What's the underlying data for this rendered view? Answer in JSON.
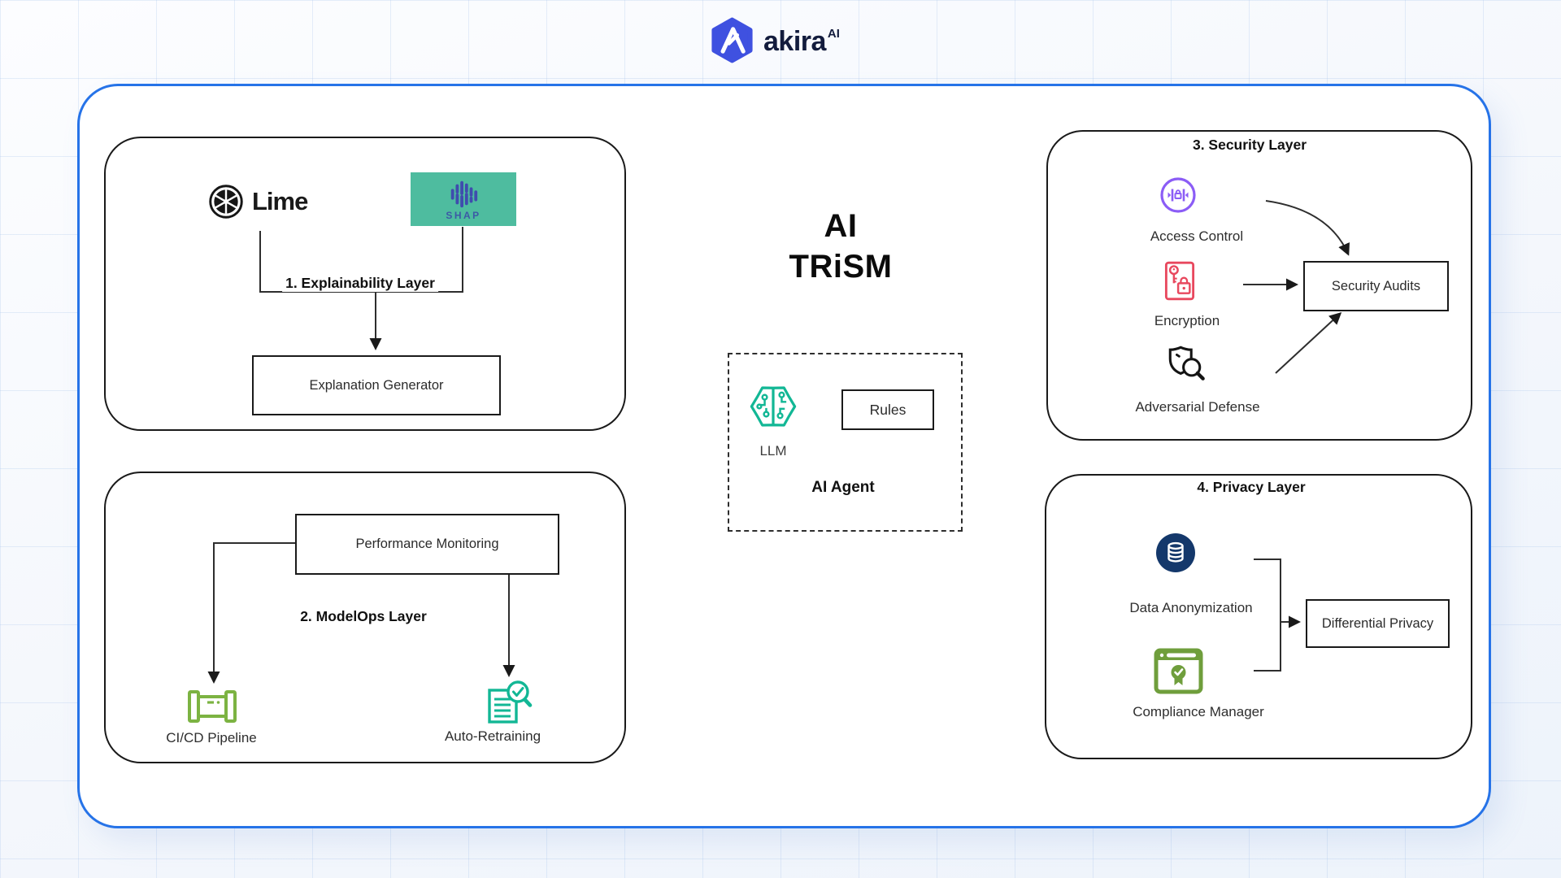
{
  "brand": {
    "name": "akira",
    "sup": "AI"
  },
  "title": {
    "line1": "AI",
    "line2": "TRiSM"
  },
  "agent": {
    "box_label": "AI Agent",
    "llm": "LLM",
    "rules": "Rules"
  },
  "layers": {
    "explainability": {
      "label": "1. Explainability Layer",
      "lime": "Lime",
      "shap": "SHAP",
      "generator": "Explanation Generator"
    },
    "modelops": {
      "label": "2. ModelOps Layer",
      "monitoring": "Performance Monitoring",
      "cicd": "CI/CD Pipeline",
      "retraining": "Auto-Retraining"
    },
    "security": {
      "label": "3. Security Layer",
      "access": "Access Control",
      "encryption": "Encryption",
      "adversarial": "Adversarial Defense",
      "audits": "Security Audits"
    },
    "privacy": {
      "label": "4. Privacy Layer",
      "anonymization": "Data Anonymization",
      "compliance": "Compliance Manager",
      "differential": "Differential Privacy"
    }
  },
  "colors": {
    "container_border": "#2673e8",
    "badge_blue": "#3f51e0",
    "brand_navy": "#131c3d",
    "shap_teal_bg": "#4ebc9f",
    "shap_bars": "#3f4cae",
    "cicd_green": "#7cb342",
    "retrain_teal": "#12b795",
    "access_purple": "#8b5cf6",
    "encryption_red": "#e8485e",
    "anonymization_navy": "#14386b",
    "compliance_green": "#6f9e3c",
    "diagram_stroke": "#1a1a1a"
  },
  "icons": {
    "brand": "akira-hexagon-a-icon",
    "lime": "lime-wheel-icon",
    "shap": "shap-bars-icon",
    "cicd": "pipeline-icon",
    "retraining": "document-magnifier-check-icon",
    "llm": "brain-circuit-icon",
    "access": "circle-lock-gate-icon",
    "encryption": "key-padlock-card-icon",
    "adversarial": "shield-magnifier-icon",
    "anonymization": "database-circle-icon",
    "compliance": "browser-certificate-icon"
  }
}
